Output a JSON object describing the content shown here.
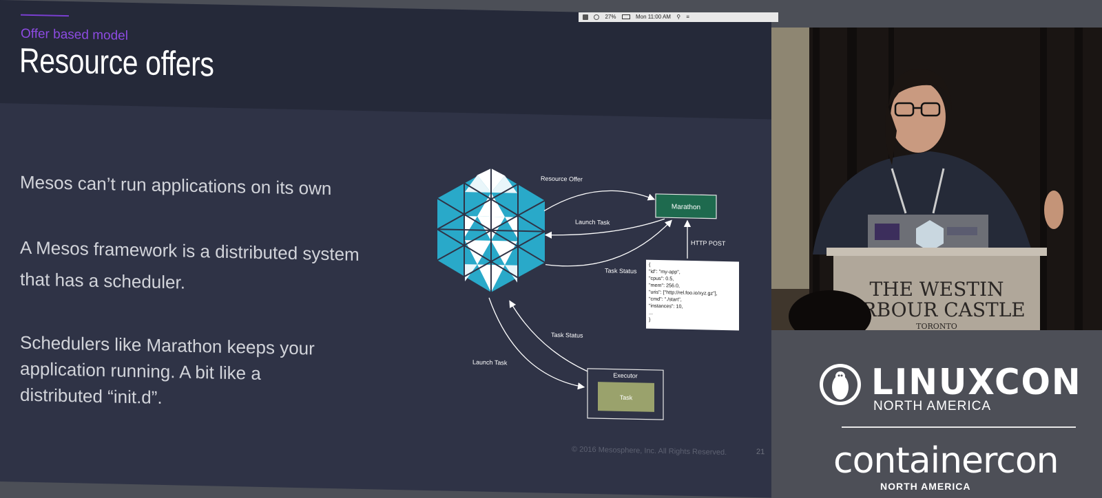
{
  "slide": {
    "section_title": "Offer based model",
    "title": "Resource offers",
    "bullets": [
      [
        "Mesos can’t run applications on its own"
      ],
      [
        "A Mesos framework is a distributed system",
        "that has a scheduler."
      ],
      [
        "Schedulers like Marathon keeps your",
        "application running.  A bit like a",
        "distributed “init.d”."
      ]
    ],
    "footer": "© 2016 Mesosphere, Inc. All Rights Reserved.",
    "page_number": "21",
    "accent_color": "#8d4be2",
    "background_color": "#2f3346"
  },
  "diagram": {
    "marathon_label": "Marathon",
    "resource_offer_label": "Resource Offer",
    "launch_task_top_label": "Launch Task",
    "task_status_top_label": "Task Status",
    "http_post_label": "HTTP POST",
    "json_lines": [
      "{",
      "  \"id\": \"my-app\",",
      "  \"cpus\": 0.5,",
      "  \"mem\": 256.0,",
      "  \"uris\": [\"http://rel.foo.io/xyz.gz\"],",
      "  \"cmd\": \"./start\",",
      "  \"instances\": 10,",
      "  ...",
      "}"
    ],
    "task_status_bottom_label": "Task Status",
    "launch_task_bottom_label": "Launch Task",
    "executor_label": "Executor",
    "task_label": "Task",
    "marathon_color": "#1e6a4e",
    "task_color": "#9aa26c",
    "hex_color": "#29a9c9"
  },
  "menubar": {
    "battery": "27%",
    "clock": "Mon 11:00 AM"
  },
  "video": {
    "podium_line1": "THE WESTIN",
    "podium_line2": "ARBOUR CASTLE",
    "podium_line3": "TORONTO"
  },
  "branding": {
    "linuxcon": "LINUXCON",
    "linuxcon_sub": "NORTH AMERICA",
    "containercon": "containercon",
    "containercon_sub": "NORTH AMERICA"
  }
}
